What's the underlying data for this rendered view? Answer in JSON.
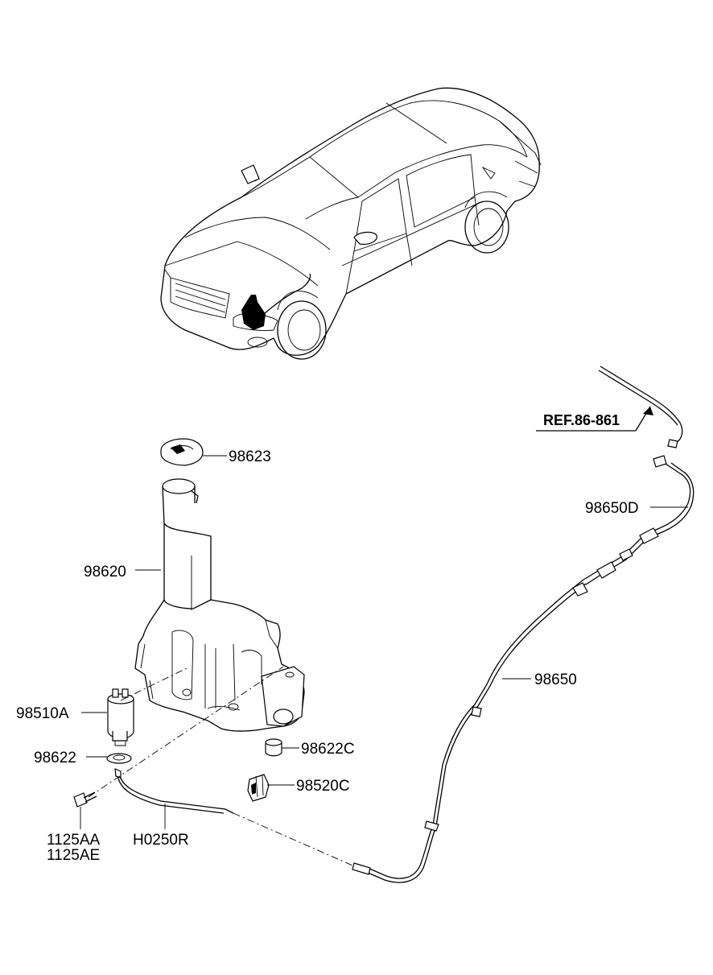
{
  "ref_label": "REF.86-861",
  "parts": {
    "cap": "98623",
    "reservoir": "98620",
    "pump": "98510A",
    "grommet": "98622",
    "bolt_a": "1125AA",
    "bolt_b": "1125AE",
    "hose_short": "H0250R",
    "plug": "98622C",
    "sensor": "98520C",
    "hose_main": "98650",
    "hose_upper": "98650D"
  }
}
